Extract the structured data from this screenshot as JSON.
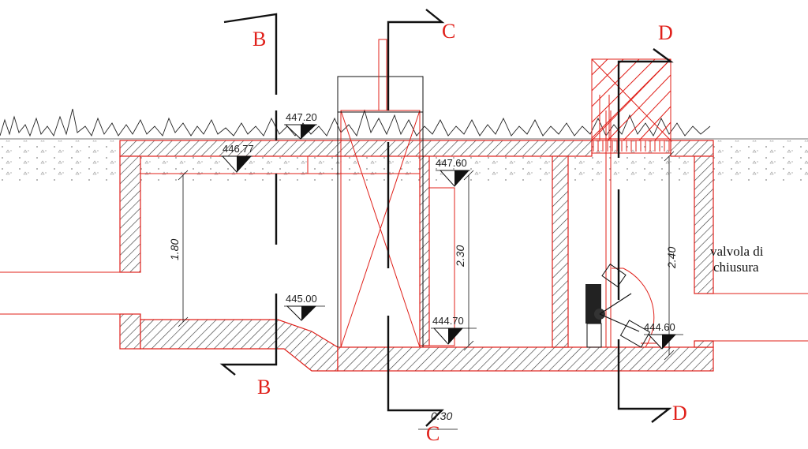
{
  "section_labels": {
    "b_top": "B",
    "b_bottom": "B",
    "c_top": "C",
    "c_bottom": "C",
    "d_top": "D",
    "d_bottom": "D"
  },
  "elevations": {
    "e1": "447.20",
    "e2": "446.77",
    "e3": "447.60",
    "e4": "445.00",
    "e5": "444.70",
    "e6": "444.60"
  },
  "dimensions": {
    "d1": "1.80",
    "d2": "2.30",
    "d3": "2.40",
    "d4": "0.30"
  },
  "annotations": {
    "valve_line1": "valvola di",
    "valve_line2": "chiusura"
  },
  "colors": {
    "structure": "#e0201a",
    "lines": "#111111"
  }
}
